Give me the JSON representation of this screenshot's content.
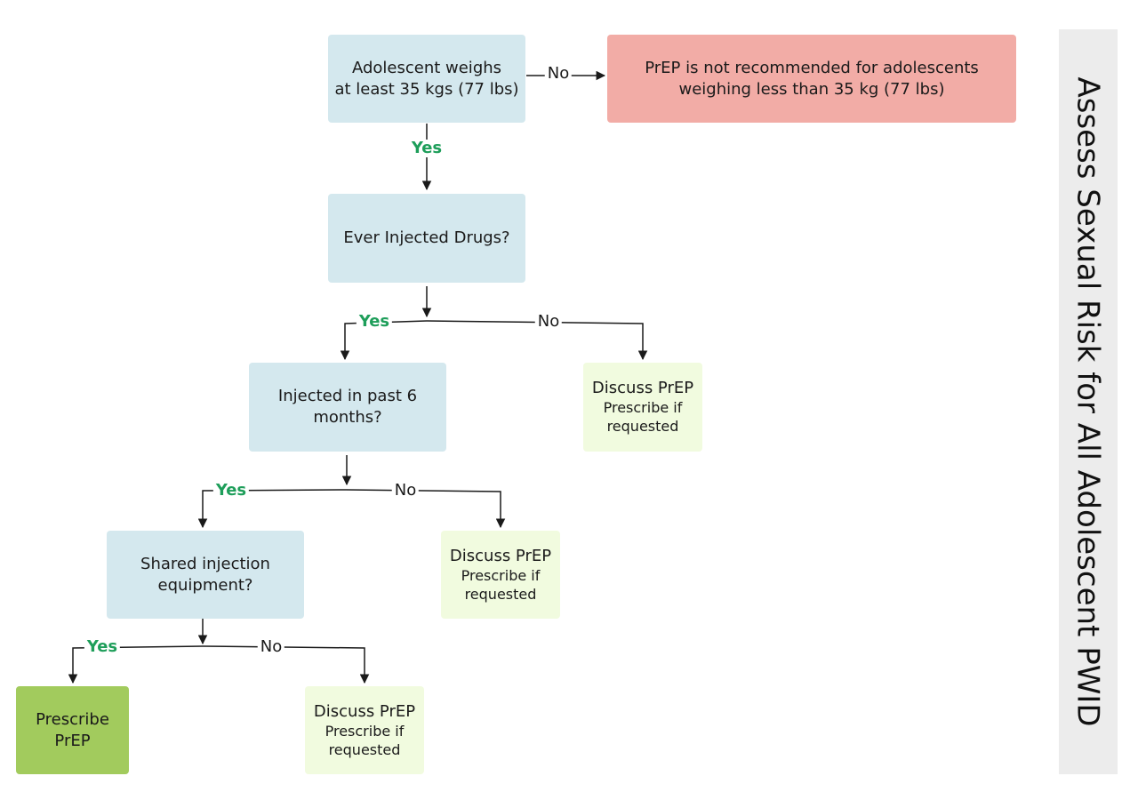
{
  "side_title": "Assess Sexual Risk for All Adolescent PWID",
  "nodes": {
    "weight": {
      "line1": "Adolescent weighs",
      "line2": "at least 35 kgs (77 lbs)"
    },
    "not_recommended": {
      "line1": "PrEP is not recommended for adolescents",
      "line2": "weighing less than 35 kg (77 lbs)"
    },
    "injected": {
      "line1": "Ever Injected Drugs?"
    },
    "past6": {
      "line1": "Injected in past 6",
      "line2": "months?"
    },
    "shared": {
      "line1": "Shared injection",
      "line2": "equipment?"
    },
    "discuss1": {
      "line1": "Discuss PrEP",
      "line2": "Prescribe if",
      "line3": "requested"
    },
    "discuss2": {
      "line1": "Discuss PrEP",
      "line2": "Prescribe if",
      "line3": "requested"
    },
    "discuss3": {
      "line1": "Discuss PrEP",
      "line2": "Prescribe if",
      "line3": "requested"
    },
    "prescribe": {
      "line1": "Prescribe",
      "line2": "PrEP"
    }
  },
  "edge_labels": {
    "weight_no": "No",
    "weight_yes": "Yes",
    "injected_yes": "Yes",
    "injected_no": "No",
    "past6_yes": "Yes",
    "past6_no": "No",
    "shared_yes": "Yes",
    "shared_no": "No"
  },
  "colors": {
    "decision": "#d4e8ee",
    "stop": "#f2aca6",
    "discuss": "#f1fbdf",
    "prescribe": "#a2cb5d",
    "yes_label": "#1e9e5a",
    "side_panel": "#ececec"
  }
}
